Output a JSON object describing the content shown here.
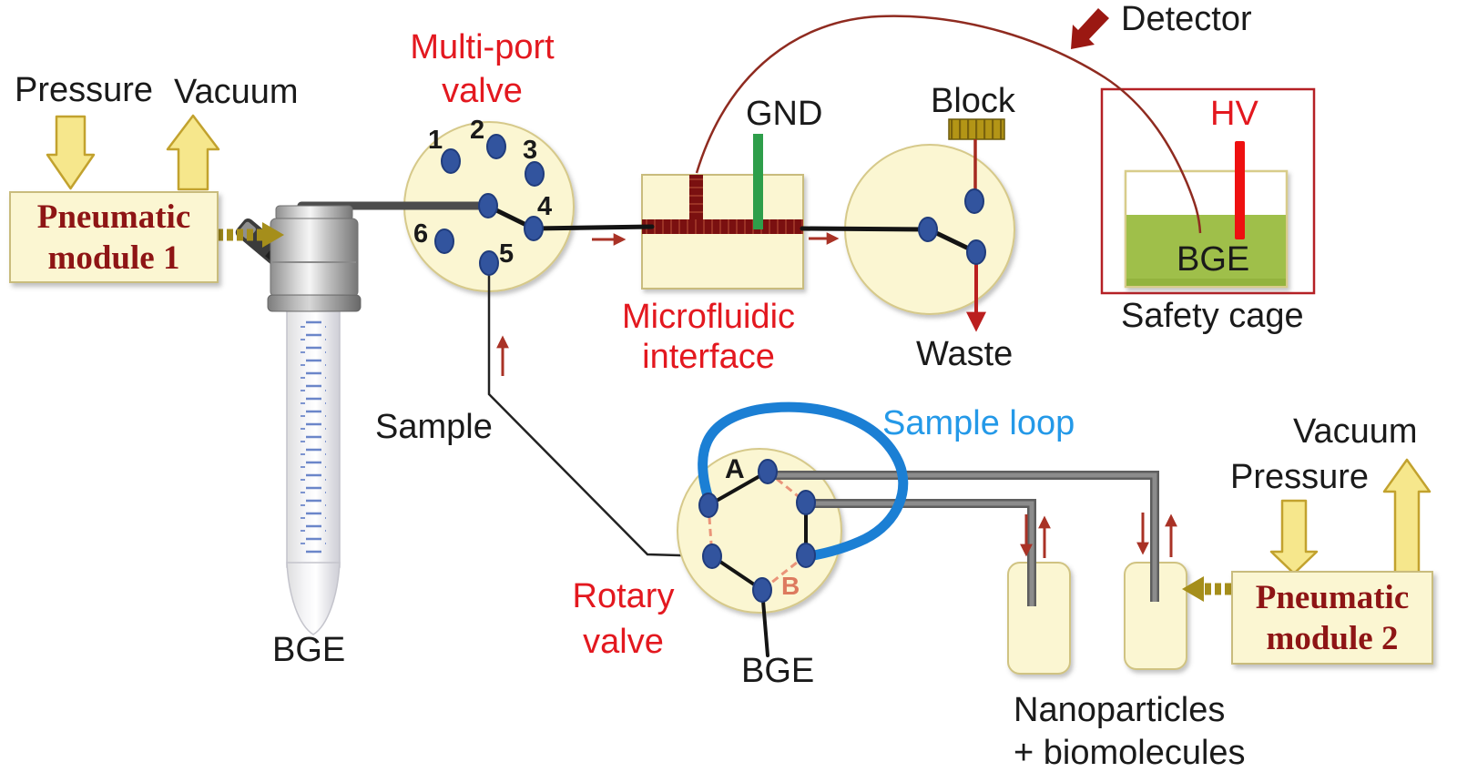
{
  "left_module": {
    "pressure": "Pressure",
    "vacuum": "Vacuum",
    "box_line1": "Pneumatic",
    "box_line2": "module 1"
  },
  "bge_tube": {
    "label": "BGE"
  },
  "multiport_valve": {
    "title_line1": "Multi-port",
    "title_line2": "valve",
    "ports": [
      "1",
      "2",
      "3",
      "4",
      "5",
      "6"
    ]
  },
  "sample": {
    "label": "Sample"
  },
  "microfluidic": {
    "title_line1": "Microfluidic",
    "title_line2": "interface",
    "gnd": "GND"
  },
  "outlet_valve": {
    "block": "Block",
    "waste": "Waste"
  },
  "detector": {
    "label": "Detector"
  },
  "safety_cage": {
    "hv": "HV",
    "bge": "BGE",
    "caption": "Safety cage"
  },
  "rotary_valve": {
    "title_line1": "Rotary",
    "title_line2": "valve",
    "port_a": "A",
    "port_b": "B",
    "bge": "BGE",
    "sample_loop": "Sample loop"
  },
  "vials": {
    "caption_line1": "Nanoparticles",
    "caption_line2": "+ biomolecules"
  },
  "right_module": {
    "pressure": "Pressure",
    "vacuum": "Vacuum",
    "box_line1": "Pneumatic",
    "box_line2": "module 2"
  },
  "colors": {
    "red_label": "#e3181f",
    "dark_red_text": "#8e1515",
    "pale_yellow": "#fbf6d2",
    "loop_blue": "#1b7fd4",
    "loop_text_blue": "#2499e8",
    "port_blue": "#32549e",
    "gnd_green": "#2e9e4a",
    "bge_green": "#9fbf4a",
    "channel_dark_red": "#7a1010",
    "flow_arrow_red": "#a93226",
    "hv_red": "#ee1010",
    "gold_block": "#b39516",
    "yellow_arrow": "#f6e78c"
  }
}
